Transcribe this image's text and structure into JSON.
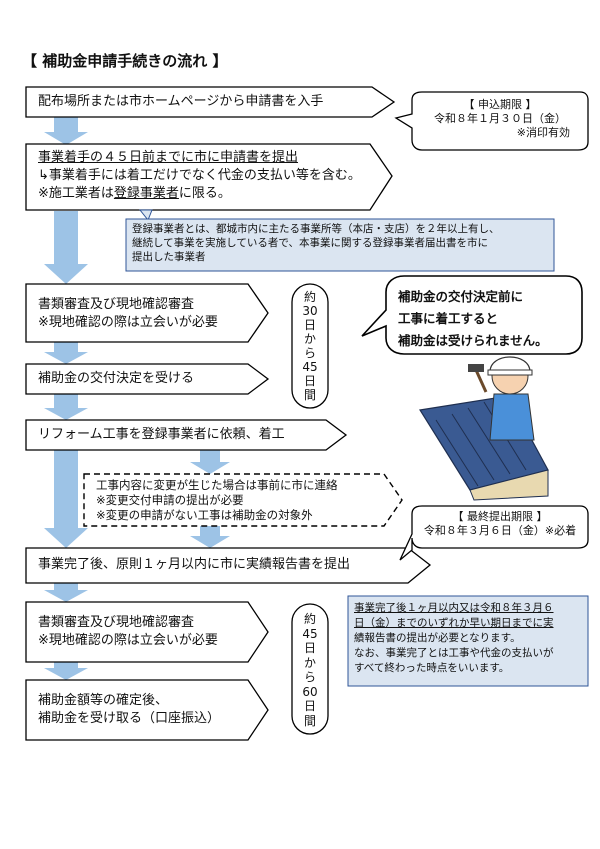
{
  "title": "【 補助金申請手続きの流れ 】",
  "steps": {
    "s1": "配布場所または市ホームページから申請書を入手",
    "s2_line1": "事業着手の４５日前までに市に申請書を提出",
    "s2_line2": "↳事業着手には着工だけでなく代金の支払い等を含む。",
    "s2_line3_a": "※施工業者は",
    "s2_line3_b": "登録事業者",
    "s2_line3_c": "に限る。",
    "s3_line1": "書類審査及び現地確認審査",
    "s3_line2": "※現地確認の際は立会いが必要",
    "s4": "補助金の交付決定を受ける",
    "s5": "リフォーム工事を登録事業者に依頼、着工",
    "s6_line1": "工事内容に変更が生じた場合は事前に市に連絡",
    "s6_line2": "※変更交付申請の提出が必要",
    "s6_line3": "※変更の申請がない工事は補助金の対象外",
    "s7": "事業完了後、原則１ヶ月以内に市に実績報告書を提出",
    "s8_line1": "書類審査及び現地確認審査",
    "s8_line2": "※現地確認の際は立会いが必要",
    "s9_line1": "補助金額等の確定後、",
    "s9_line2": "補助金を受け取る（口座振込）"
  },
  "deadline1": {
    "label": "【 申込期限 】",
    "date": "令和８年１月３０日（金）",
    "note": "※消印有効"
  },
  "deadline2": {
    "label": "【 最終提出期限 】",
    "date": "令和８年３月６日（金）※必着"
  },
  "registered_note": {
    "line1": "登録事業者とは、都城市内に主たる事業所等（本店・支店）を２年以上有し、",
    "line2": "継続して事業を実施している者で、本事業に関する登録事業者届出書を市に",
    "line3": "提出した事業者"
  },
  "duration1": [
    "約",
    "30",
    "日",
    "か",
    "ら",
    "45",
    "日",
    "間"
  ],
  "duration2": [
    "約",
    "45",
    "日",
    "か",
    "ら",
    "60",
    "日",
    "間"
  ],
  "warning": {
    "line1": "補助金の交付決定前に",
    "line2": "工事に着工すると",
    "line3": "補助金は受けられません。"
  },
  "report_note": {
    "line1": "事業完了後１ヶ月以内又は令和８年３月６",
    "line2": "日（金）までのいずれか早い期日までに実",
    "line3": "績報告書の提出が必要となります。",
    "line4": "なお、事業完了とは工事や代金の支払いが",
    "line5": "すべて終わった時点をいいます。"
  },
  "colors": {
    "arrow": "#9dc3e6",
    "note_fill": "#dbe5f1",
    "note_border": "#2f5597",
    "line": "#000000"
  }
}
